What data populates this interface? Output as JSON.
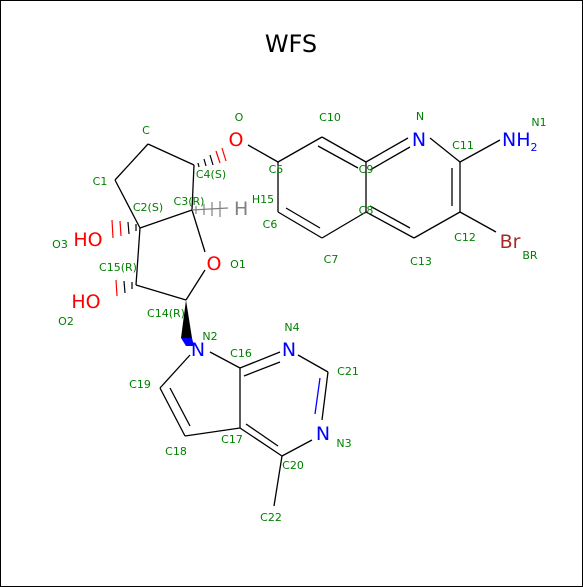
{
  "title": "WFS",
  "colors": {
    "carbon_label": "#008000",
    "oxygen": "#ff0000",
    "nitrogen": "#0000ff",
    "bromine": "#a52a2a",
    "hydrogen": "#808080",
    "bond": "#000000"
  },
  "atoms": {
    "O": "O",
    "C10": "C10",
    "N": "N",
    "N1": "N1",
    "C": "C",
    "C5": "C5",
    "C9": "C9",
    "C11": "C11",
    "C4S": "C4(S)",
    "C1": "C1",
    "C3R": "C3(R)",
    "C2S": "C2(S)",
    "H15": "H15",
    "C6": "C6",
    "C8": "C8",
    "O3": "O3",
    "C12": "C12",
    "C13": "C13",
    "C7": "C7",
    "C15R": "C15(R)",
    "O1": "O1",
    "O2": "O2",
    "C14R": "C14(R)",
    "BR": "BR",
    "N2": "N2",
    "N4": "N4",
    "C16": "C16",
    "C21": "C21",
    "C19": "C19",
    "N3": "N3",
    "C18": "C18",
    "C17": "C17",
    "C20": "C20",
    "C22": "C22"
  },
  "elements": {
    "O_ether": "O",
    "N_ring": "N",
    "NH2": "NH",
    "NH2_sub": "2",
    "H": "H",
    "O_ring": "O",
    "HO3": "HO",
    "HO2": "HO",
    "Br": "Br",
    "N2": "N",
    "N4": "N",
    "N3": "N"
  }
}
